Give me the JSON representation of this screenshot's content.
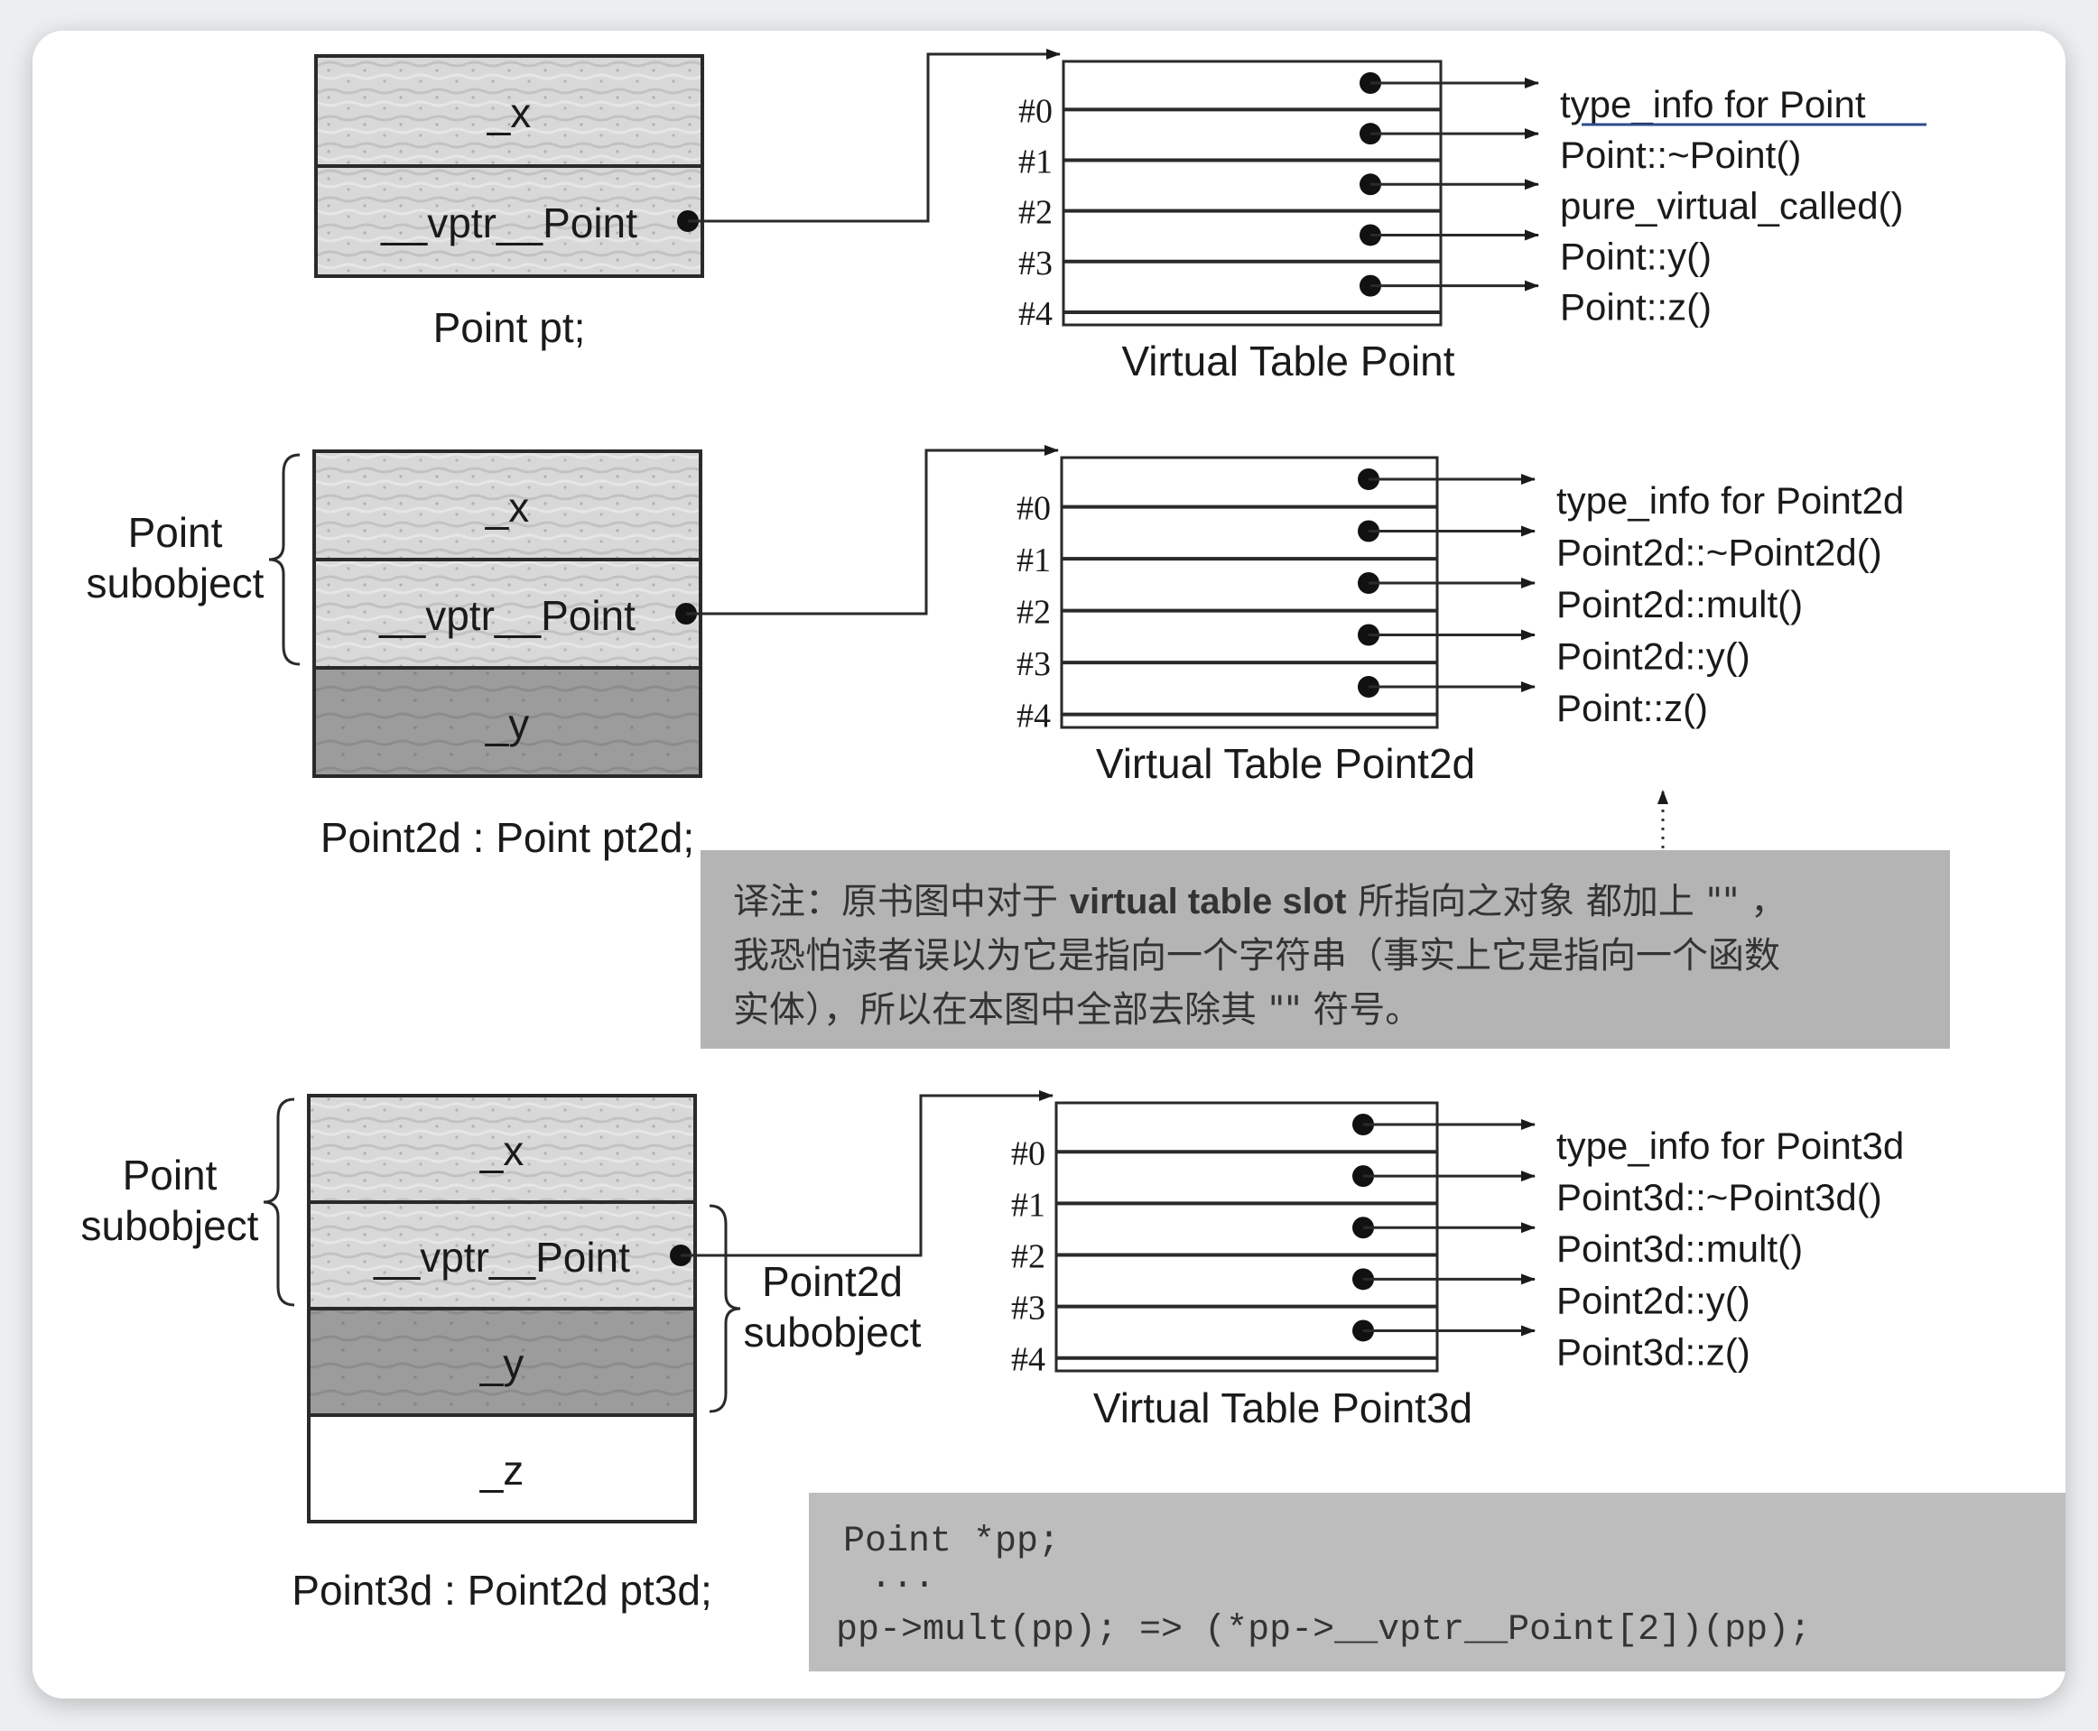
{
  "colors": {
    "texture_light": "#d8d8d8",
    "texture_dark": "#9c9c9c",
    "plain_cell": "#ffffff",
    "note_bg": "#b4b4b4",
    "code_bg": "#bdbdbd",
    "underline": "#2b4c8c",
    "ink": "#1a1a1a"
  },
  "icons": [
    "arrow-icon",
    "pointer-dot-icon",
    "brace-icon"
  ],
  "sections": [
    {
      "cells": [
        {
          "label": "_x",
          "style": "texture_light"
        },
        {
          "label": "__vptr__Point",
          "style": "texture_light",
          "has_pointer": true
        }
      ],
      "caption": "Point pt;",
      "braces": [],
      "vtable": {
        "slots": [
          "#0",
          "#1",
          "#2",
          "#3",
          "#4"
        ],
        "functions": [
          "type_info for Point",
          "Point::~Point()",
          "pure_virtual_called()",
          "Point::y()",
          "Point::z()"
        ],
        "caption": "Virtual Table Point"
      }
    },
    {
      "cells": [
        {
          "label": "_x",
          "style": "texture_light"
        },
        {
          "label": "__vptr__Point",
          "style": "texture_light",
          "has_pointer": true
        },
        {
          "label": "_y",
          "style": "texture_dark"
        }
      ],
      "caption": "Point2d : Point pt2d;",
      "braces": [
        {
          "lines": [
            "Point",
            "subobject"
          ]
        }
      ],
      "vtable": {
        "slots": [
          "#0",
          "#1",
          "#2",
          "#3",
          "#4"
        ],
        "functions": [
          "type_info for Point2d",
          "Point2d::~Point2d()",
          "Point2d::mult()",
          "Point2d::y()",
          "Point::z()"
        ],
        "caption": "Virtual Table Point2d"
      }
    },
    {
      "cells": [
        {
          "label": "_x",
          "style": "texture_light"
        },
        {
          "label": "__vptr__Point",
          "style": "texture_light",
          "has_pointer": true
        },
        {
          "label": "_y",
          "style": "texture_dark"
        },
        {
          "label": "_z",
          "style": "plain"
        }
      ],
      "caption": "Point3d : Point2d pt3d;",
      "braces": [
        {
          "lines": [
            "Point",
            "subobject"
          ]
        },
        {
          "lines": [
            "Point2d",
            "subobject"
          ]
        }
      ],
      "vtable": {
        "slots": [
          "#0",
          "#1",
          "#2",
          "#3",
          "#4"
        ],
        "functions": [
          "type_info for Point3d",
          "Point3d::~Point3d()",
          "Point3d::mult()",
          "Point2d::y()",
          "Point3d::z()"
        ],
        "caption": "Virtual Table Point3d"
      }
    }
  ],
  "note": {
    "line1_prefix": "译注：原书图中对于 ",
    "line1_bold": "virtual table slot",
    "line1_suffix": " 所指向之对象 都加上 \"\" ，",
    "line2": "我恐怕读者误以为它是指向一个字符串（事实上它是指向一个函数",
    "line3": "实体），所以在本图中全部去除其 \"\" 符号。"
  },
  "code": {
    "line1": "Point *pp;",
    "line2": "...",
    "line3": "pp->mult(pp); => (*pp->__vptr__Point[2])(pp);"
  }
}
